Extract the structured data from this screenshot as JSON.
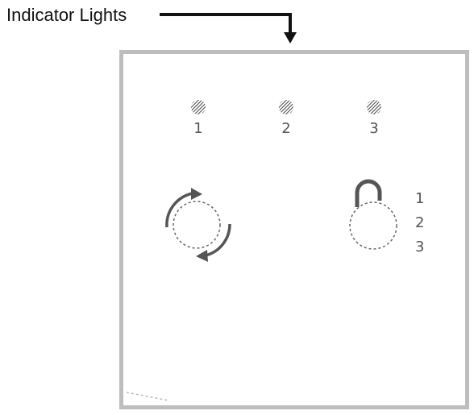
{
  "callout": {
    "label": "Indicator Lights"
  },
  "panel": {
    "indicator_lights": [
      {
        "label": "1"
      },
      {
        "label": "2"
      },
      {
        "label": "3"
      }
    ],
    "rotate_icon": {
      "icon": "rotate-arrows-icon"
    },
    "lock_icon": {
      "icon": "open-padlock-icon",
      "positions": [
        "1",
        "2",
        "3"
      ]
    }
  },
  "colors": {
    "panel_border": "#bdbdbd",
    "icon_stroke": "#555555",
    "text": "#111111"
  }
}
